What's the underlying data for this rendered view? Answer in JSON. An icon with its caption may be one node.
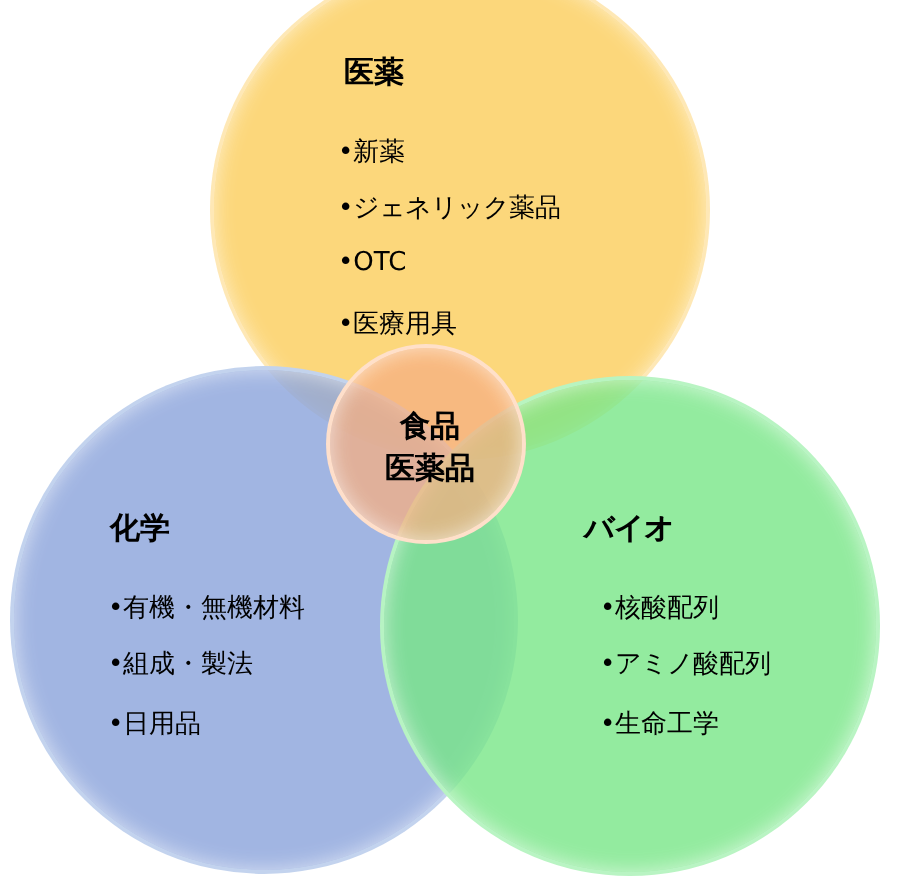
{
  "diagram": {
    "nodes": [
      {
        "text": [
          "医薬",
          "•新薬",
          "•ジェネリック薬品",
          "•OTC",
          "•医療用具"
        ]
      },
      {
        "text": [
          "化学",
          "•有機・無機材料",
          "•組成・製法",
          "•日用品"
        ]
      },
      {
        "text": [
          "バイオ",
          "•核酸配列",
          "•アミノ酸配列",
          "•生命工学"
        ]
      },
      {
        "text": [
          "食品",
          "医薬品"
        ]
      }
    ]
  }
}
